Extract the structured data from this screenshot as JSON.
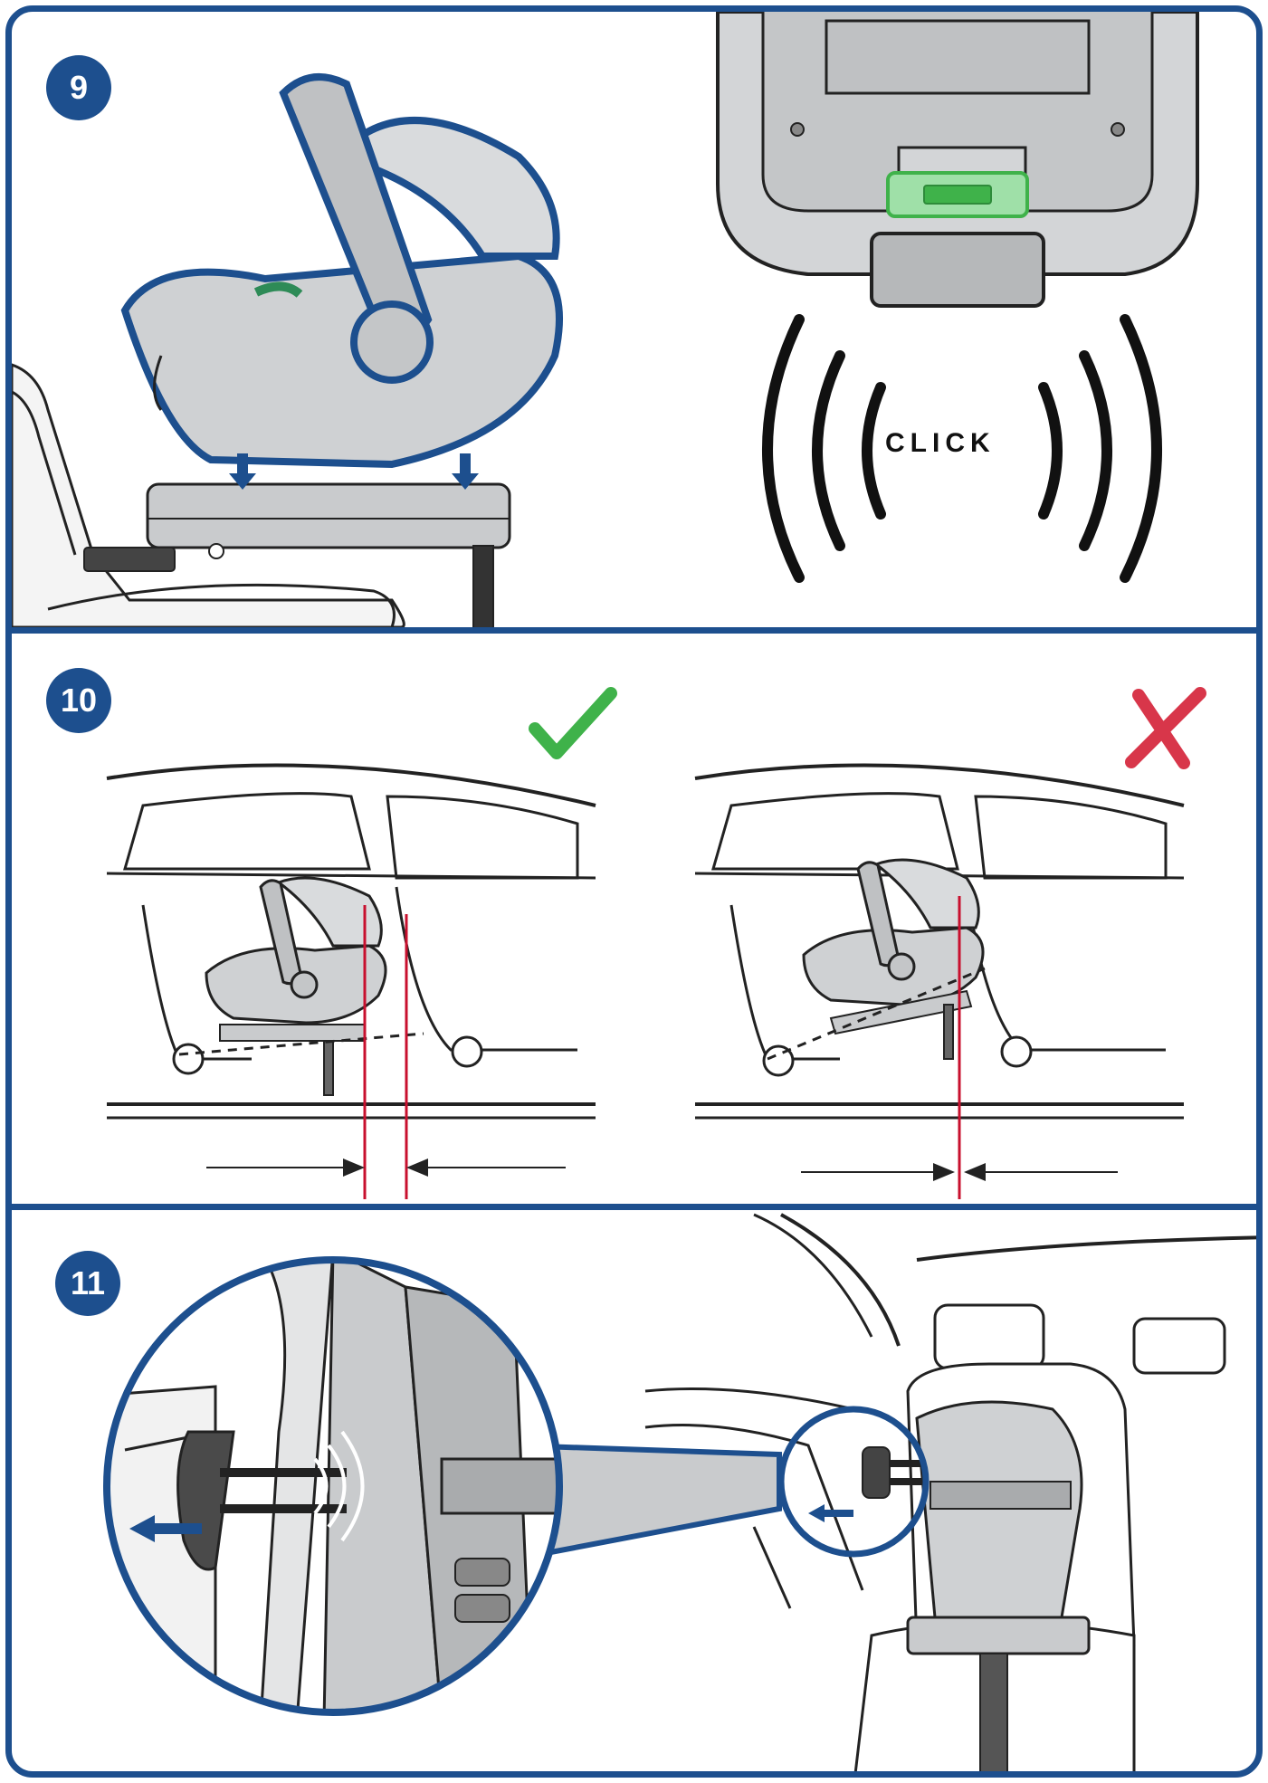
{
  "steps": [
    {
      "number": "9"
    },
    {
      "number": "10"
    },
    {
      "number": "11"
    }
  ],
  "click_label": "CLICK",
  "indicators": {
    "correct_icon": "check-mark-icon",
    "incorrect_icon": "cross-mark-icon"
  },
  "colors": {
    "frame": "#1d4f8e",
    "outline_highlight": "#1d4f8e",
    "indicator_ok": "#3fb24a",
    "indicator_error": "#d8364a",
    "reference_line": "#c8102e",
    "product_gray": "#c9cbcd"
  }
}
